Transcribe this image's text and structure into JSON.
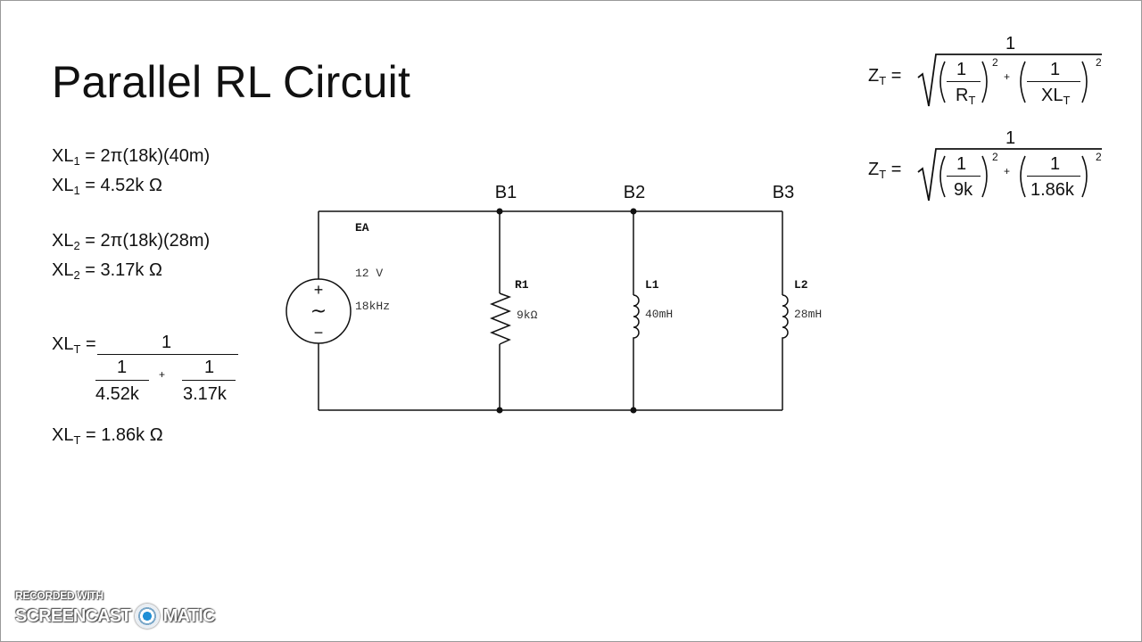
{
  "slide": {
    "title": "Parallel RL Circuit"
  },
  "calculations": {
    "xl1_formula": {
      "lhs": "XL",
      "sub": "1",
      "rhs": " = 2π(18k)(40m)"
    },
    "xl1_result": {
      "lhs": "XL",
      "sub": "1",
      "rhs": " = 4.52k Ω"
    },
    "xl2_formula": {
      "lhs": "XL",
      "sub": "2",
      "rhs": " = 2π(18k)(28m)"
    },
    "xl2_result": {
      "lhs": "XL",
      "sub": "2",
      "rhs": " = 3.17k Ω"
    },
    "xlt_formula": {
      "lhs": "XL",
      "sub": "T",
      "eq": " = ",
      "numerator": "1",
      "term1_num": "1",
      "term1_den": "4.52k",
      "plus": "+",
      "term2_num": "1",
      "term2_den": "3.17k"
    },
    "xlt_result": {
      "lhs": "XL",
      "sub": "T",
      "rhs": " = 1.86k Ω"
    }
  },
  "impedance": {
    "general": {
      "lhs": "Z",
      "sub": "T",
      "eq": " =",
      "numerator": "1",
      "term1_num": "1",
      "term1_den": "R",
      "term1_den_sub": "T",
      "term2_num": "1",
      "term2_den": "XL",
      "term2_den_sub": "T",
      "exponent": "2",
      "plus": "+"
    },
    "numeric": {
      "lhs": "Z",
      "sub": "T",
      "eq": " =",
      "numerator": "1",
      "term1_num": "1",
      "term1_den": "9k",
      "term2_num": "1",
      "term2_den": "1.86k",
      "exponent": "2",
      "plus": "+"
    }
  },
  "circuit": {
    "nodes": [
      "B1",
      "B2",
      "B3"
    ],
    "source": {
      "name": "EA",
      "voltage": "12 V",
      "frequency": "18kHz",
      "plus": "+",
      "minus": "−",
      "wave": "~"
    },
    "components": [
      {
        "name": "R1",
        "value": "9kΩ",
        "type": "resistor"
      },
      {
        "name": "L1",
        "value": "40mH",
        "type": "inductor"
      },
      {
        "name": "L2",
        "value": "28mH",
        "type": "inductor"
      }
    ]
  },
  "watermark": {
    "line1": "RECORDED WITH",
    "left": "SCREENCAST",
    "right": "MATIC"
  }
}
